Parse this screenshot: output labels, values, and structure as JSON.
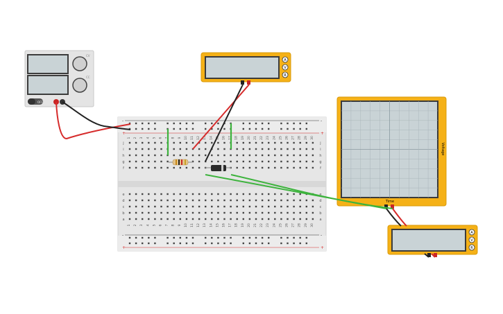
{
  "power_supply": {
    "knob1_label": "CV",
    "knob2_label": "CC",
    "switch_label": "OFF"
  },
  "multimeter_top": {
    "btn_a": "A",
    "btn_v": "V",
    "btn_r": "R"
  },
  "multimeter_right": {
    "btn_a": "A",
    "btn_v": "V",
    "btn_r": "R"
  },
  "oscilloscope": {
    "x_axis_label": "Time",
    "y_axis_label": "Voltage"
  },
  "breadboard": {
    "rows_top": [
      "j",
      "i",
      "h",
      "g",
      "f"
    ],
    "rows_bottom": [
      "e",
      "d",
      "c",
      "b",
      "a"
    ],
    "rail_minus": "-",
    "rail_plus": "+",
    "columns": [
      "1",
      "2",
      "3",
      "4",
      "5",
      "6",
      "7",
      "8",
      "9",
      "10",
      "11",
      "12",
      "13",
      "14",
      "15",
      "16",
      "17",
      "18",
      "19",
      "20",
      "21",
      "22",
      "23",
      "24",
      "25",
      "26",
      "27",
      "28",
      "29",
      "30"
    ]
  },
  "colors": {
    "device_yellow": "#f5b117",
    "screen_gray": "#c9d3d6",
    "wire_red": "#d62b2b",
    "wire_black": "#222222",
    "wire_green": "#3db33d",
    "breadboard": "#e6e6e6"
  }
}
